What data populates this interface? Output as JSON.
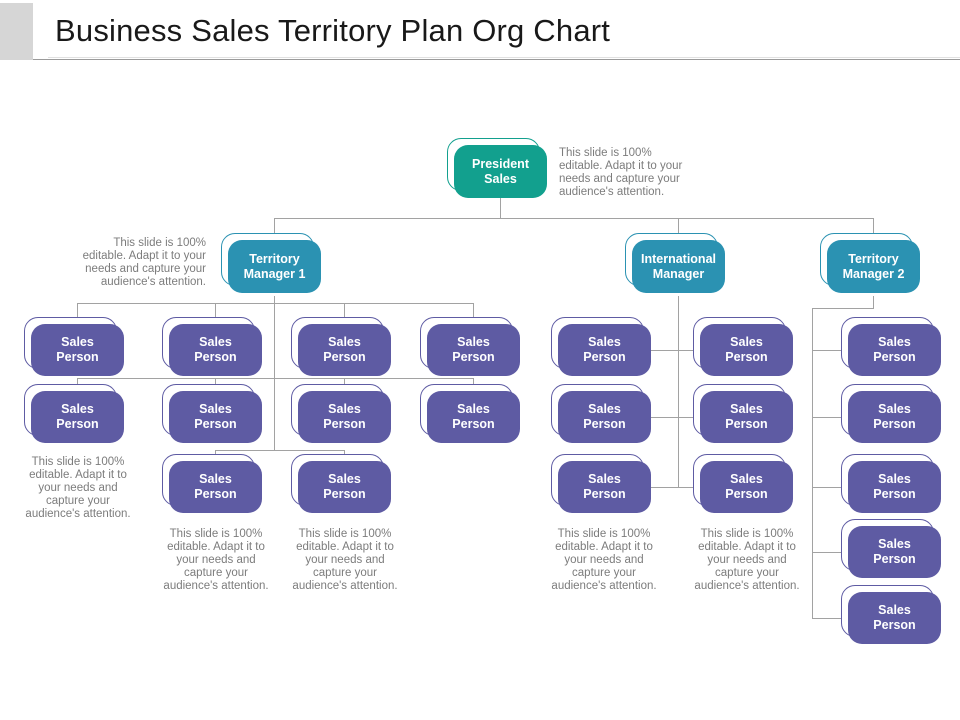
{
  "title": "Business Sales Territory Plan Org Chart",
  "colors": {
    "president_teal": "#12a08e",
    "manager_blue": "#2b92b2",
    "sales_purple": "#5e5ba3",
    "connector_gray": "#a2a2a2",
    "note_gray": "#7c7c7c",
    "title_black": "#191919",
    "accent_bar_gray": "#d6d6d6"
  },
  "nodes": {
    "president": "President\nSales",
    "territory_manager_1": "Territory\nManager 1",
    "international_manager": "International\nManager",
    "territory_manager_2": "Territory\nManager 2",
    "sales_person": "Sales\nPerson"
  },
  "notes": {
    "side_wide": "This slide is 100%\neditable.  Adapt it to your\nneeds and capture your\naudience's attention.",
    "bottom_narrow": "This slide is 100%\neditable.  Adapt it to\nyour needs and\ncapture your\naudience's attention."
  },
  "org": {
    "root": "President Sales",
    "branches": [
      {
        "manager": "Territory Manager 1",
        "sales_person_count": 10
      },
      {
        "manager": "International Manager",
        "sales_person_count": 6
      },
      {
        "manager": "Territory Manager 2",
        "sales_person_count": 5
      }
    ],
    "total_sales_persons": 21
  }
}
